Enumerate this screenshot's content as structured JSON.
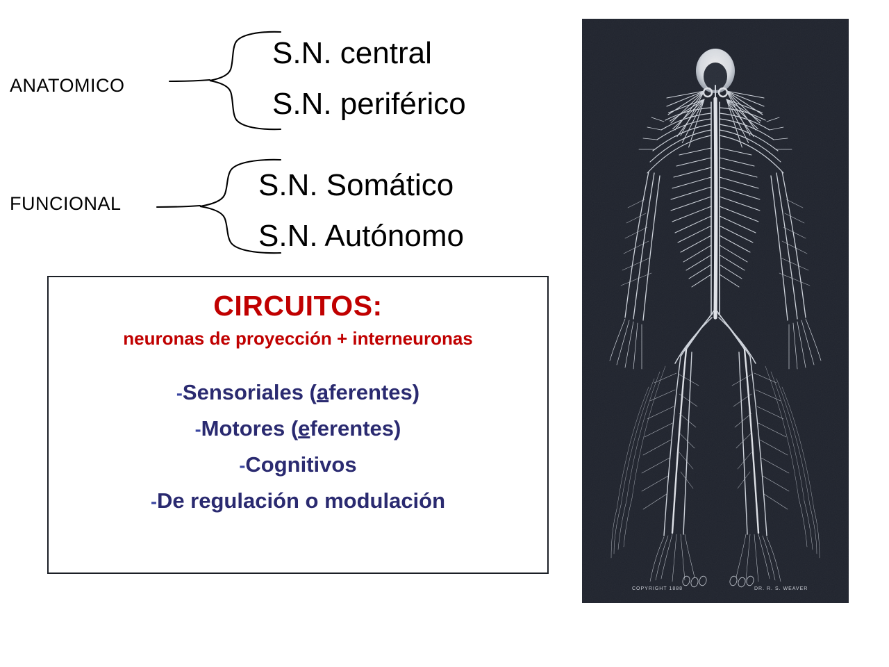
{
  "slide": {
    "classification": {
      "groups": [
        {
          "label": "ANATOMICO",
          "items": [
            "S.N. central",
            "S.N. periférico"
          ]
        },
        {
          "label": "FUNCIONAL",
          "items": [
            "S.N. Somático",
            "S.N. Autónomo"
          ]
        }
      ]
    },
    "circuitos_box": {
      "title": "CIRCUITOS:",
      "subtitle": "neuronas de proyección + interneuronas",
      "title_color": "#C00000",
      "list_color": "#2A2A70",
      "items": [
        {
          "dash": "-",
          "before": "Sensoriales (",
          "underlined": "a",
          "after": "ferentes)"
        },
        {
          "dash": "-",
          "before": "Motores (",
          "underlined": "e",
          "after": "ferentes)"
        },
        {
          "dash": "-",
          "before": "Cognitivos",
          "underlined": "",
          "after": ""
        },
        {
          "dash": "-",
          "before": "De regulación o modulación",
          "underlined": "",
          "after": ""
        }
      ]
    },
    "figure": {
      "alt_name": "human-nervous-system-dissection",
      "background_color": "#20242e",
      "fiber_color": "#e8ecf2",
      "captions": {
        "left": "COPYRIGHT 1888",
        "right": "DR. R. S. WEAVER"
      }
    }
  }
}
